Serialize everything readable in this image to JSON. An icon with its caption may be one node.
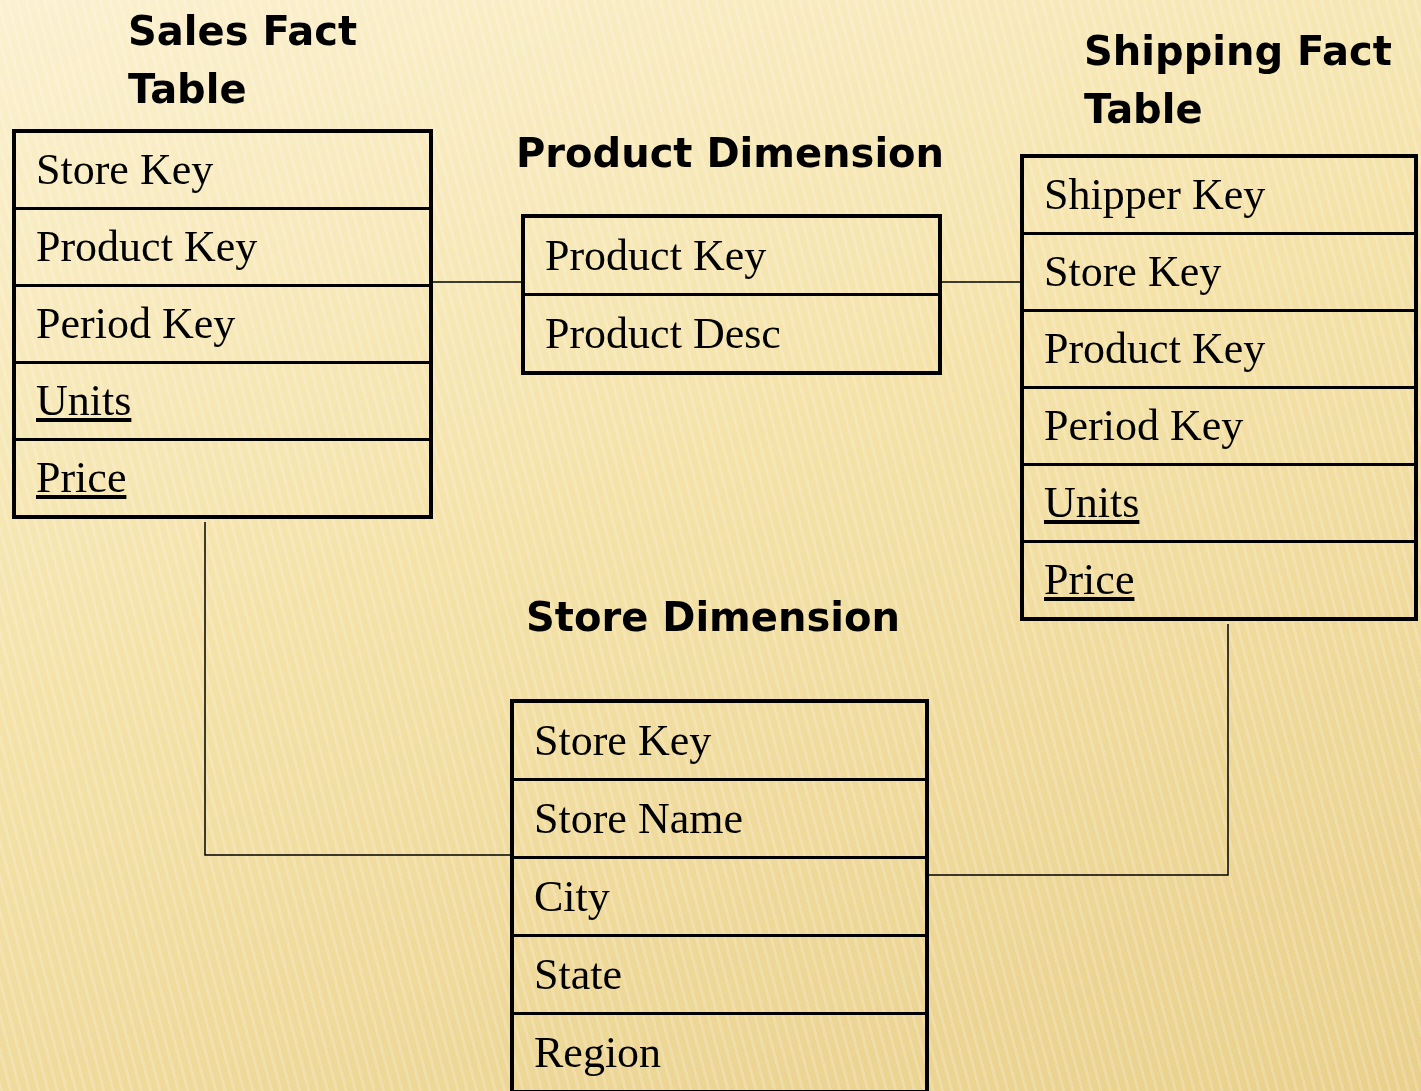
{
  "diagram": {
    "nodes": [
      {
        "text": [
          "Sales Fact Table"
        ]
      },
      {
        "text": [
          "Store Key"
        ],
        "in": 0
      },
      {
        "text": [
          "Product Key"
        ],
        "in": 0
      },
      {
        "text": [
          "Period Key"
        ],
        "in": 0
      },
      {
        "text": [
          "Units"
        ],
        "in": 0
      },
      {
        "text": [
          "Price"
        ],
        "in": 0
      },
      {
        "text": [
          "Product Dimension"
        ]
      },
      {
        "text": [
          "Product Key"
        ],
        "in": 6
      },
      {
        "text": [
          "Product Desc"
        ],
        "in": 6
      },
      {
        "text": [
          "Shipping Fact Table"
        ]
      },
      {
        "text": [
          "Shipper Key"
        ],
        "in": 9
      },
      {
        "text": [
          "Store Key"
        ],
        "in": 9
      },
      {
        "text": [
          "Product Key"
        ],
        "in": 9
      },
      {
        "text": [
          "Period Key"
        ],
        "in": 9
      },
      {
        "text": [
          "Units"
        ],
        "in": 9
      },
      {
        "text": [
          "Price"
        ],
        "in": 9
      },
      {
        "text": [
          "Store Dimension"
        ]
      },
      {
        "text": [
          "Store Key"
        ],
        "in": 16
      },
      {
        "text": [
          "Store Name"
        ],
        "in": 16
      },
      {
        "text": [
          "City"
        ],
        "in": 16
      },
      {
        "text": [
          "State"
        ],
        "in": 16
      },
      {
        "text": [
          "Region"
        ],
        "in": 16
      }
    ],
    "edges": [
      {
        "from": 0,
        "to": 6,
        "arrow": "none"
      },
      {
        "from": 6,
        "to": 9,
        "arrow": "none"
      },
      {
        "from": 0,
        "to": 16,
        "arrow": "none"
      },
      {
        "from": 9,
        "to": 16,
        "arrow": "none"
      }
    ]
  }
}
